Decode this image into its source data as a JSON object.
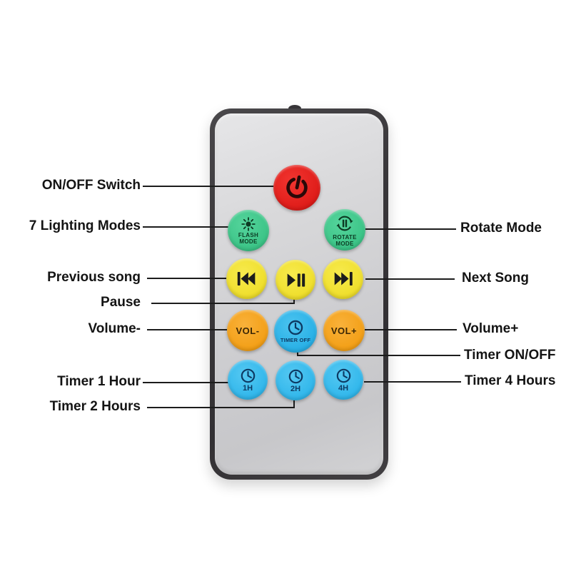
{
  "title": "remote-control-button-diagram",
  "palette": {
    "power_red": "#e41f1c",
    "mode_green": "#3fc78c",
    "media_yellow": "#f2e233",
    "volume_orange": "#f6a41d",
    "timer_blue": "#28b2e9",
    "body_silver": "#d0d0d3",
    "frame_dark": "#39373a",
    "line_black": "#1c1c1c"
  },
  "annotations": {
    "left": [
      {
        "label": "ON/OFF Switch"
      },
      {
        "label": "7 Lighting Modes"
      },
      {
        "label": "Previous song"
      },
      {
        "label": "Pause"
      },
      {
        "label": "Volume-"
      },
      {
        "label": "Timer 1 Hour"
      },
      {
        "label": "Timer 2 Hours"
      }
    ],
    "right": [
      {
        "label": "Rotate Mode"
      },
      {
        "label": "Next Song"
      },
      {
        "label": "Volume+"
      },
      {
        "label": "Timer ON/OFF"
      },
      {
        "label": "Timer 4 Hours"
      }
    ]
  },
  "remote": {
    "buttons": {
      "power": {
        "icon": "power-icon"
      },
      "flash_mode": {
        "icon": "sun-icon",
        "line1": "FLASH",
        "line2": "MODE"
      },
      "rotate_mode": {
        "icon": "rotate-icon",
        "line1": "ROTATE",
        "line2": "MODE"
      },
      "previous": {
        "icon": "previous-track-icon"
      },
      "play_pause": {
        "icon": "play-pause-icon"
      },
      "next": {
        "icon": "next-track-icon"
      },
      "volume_down": {
        "label": "VOL-"
      },
      "timer_off": {
        "icon": "clock-icon",
        "label": "TIMER OFF"
      },
      "volume_up": {
        "label": "VOL+"
      },
      "timer_1h": {
        "icon": "clock-icon",
        "label": "1H"
      },
      "timer_2h": {
        "icon": "clock-icon",
        "label": "2H"
      },
      "timer_4h": {
        "icon": "clock-icon",
        "label": "4H"
      }
    }
  }
}
